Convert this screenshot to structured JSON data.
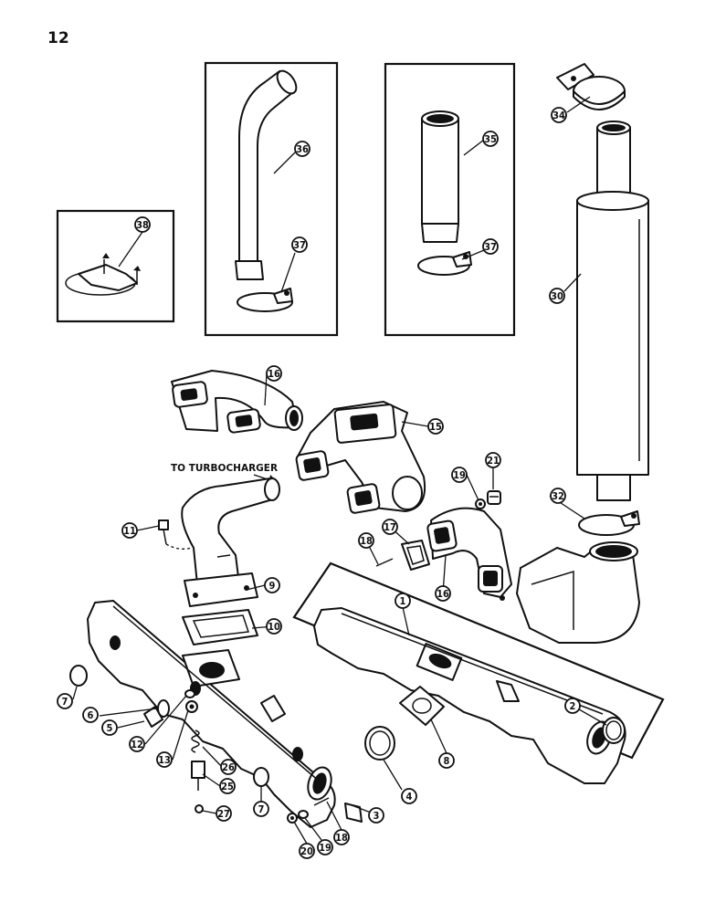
{
  "page_number": "12",
  "note": "TO TURBOCHARGER",
  "callouts": [
    "1",
    "2",
    "3",
    "4",
    "5",
    "6",
    "7",
    "7",
    "8",
    "9",
    "10",
    "11",
    "12",
    "13",
    "15",
    "16",
    "16",
    "17",
    "18",
    "18",
    "19",
    "19",
    "20",
    "21",
    "25",
    "26",
    "27",
    "30",
    "32",
    "34",
    "35",
    "36",
    "37",
    "37",
    "38"
  ]
}
